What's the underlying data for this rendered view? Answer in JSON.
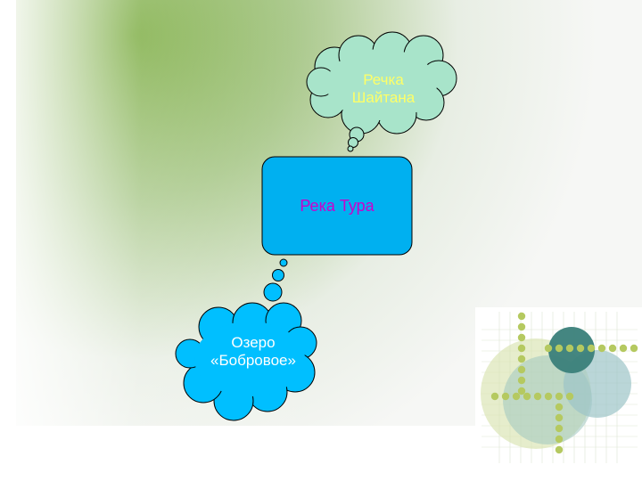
{
  "diagram": {
    "center_node": {
      "label": "Река Тура"
    },
    "tributaries": [
      {
        "label": "Речка\nШайтана"
      },
      {
        "label": "Озеро\n«Бобровое»"
      }
    ]
  },
  "colors": {
    "center_fill": "#00B0F0",
    "center_text": "#CC00CC",
    "creek_fill": "#A8E4CA",
    "creek_text": "#FFFF66",
    "lake_fill": "#00BFFF",
    "lake_text": "#FFFFFF",
    "outline": "#000000",
    "bg_green": "#78AA3C"
  }
}
